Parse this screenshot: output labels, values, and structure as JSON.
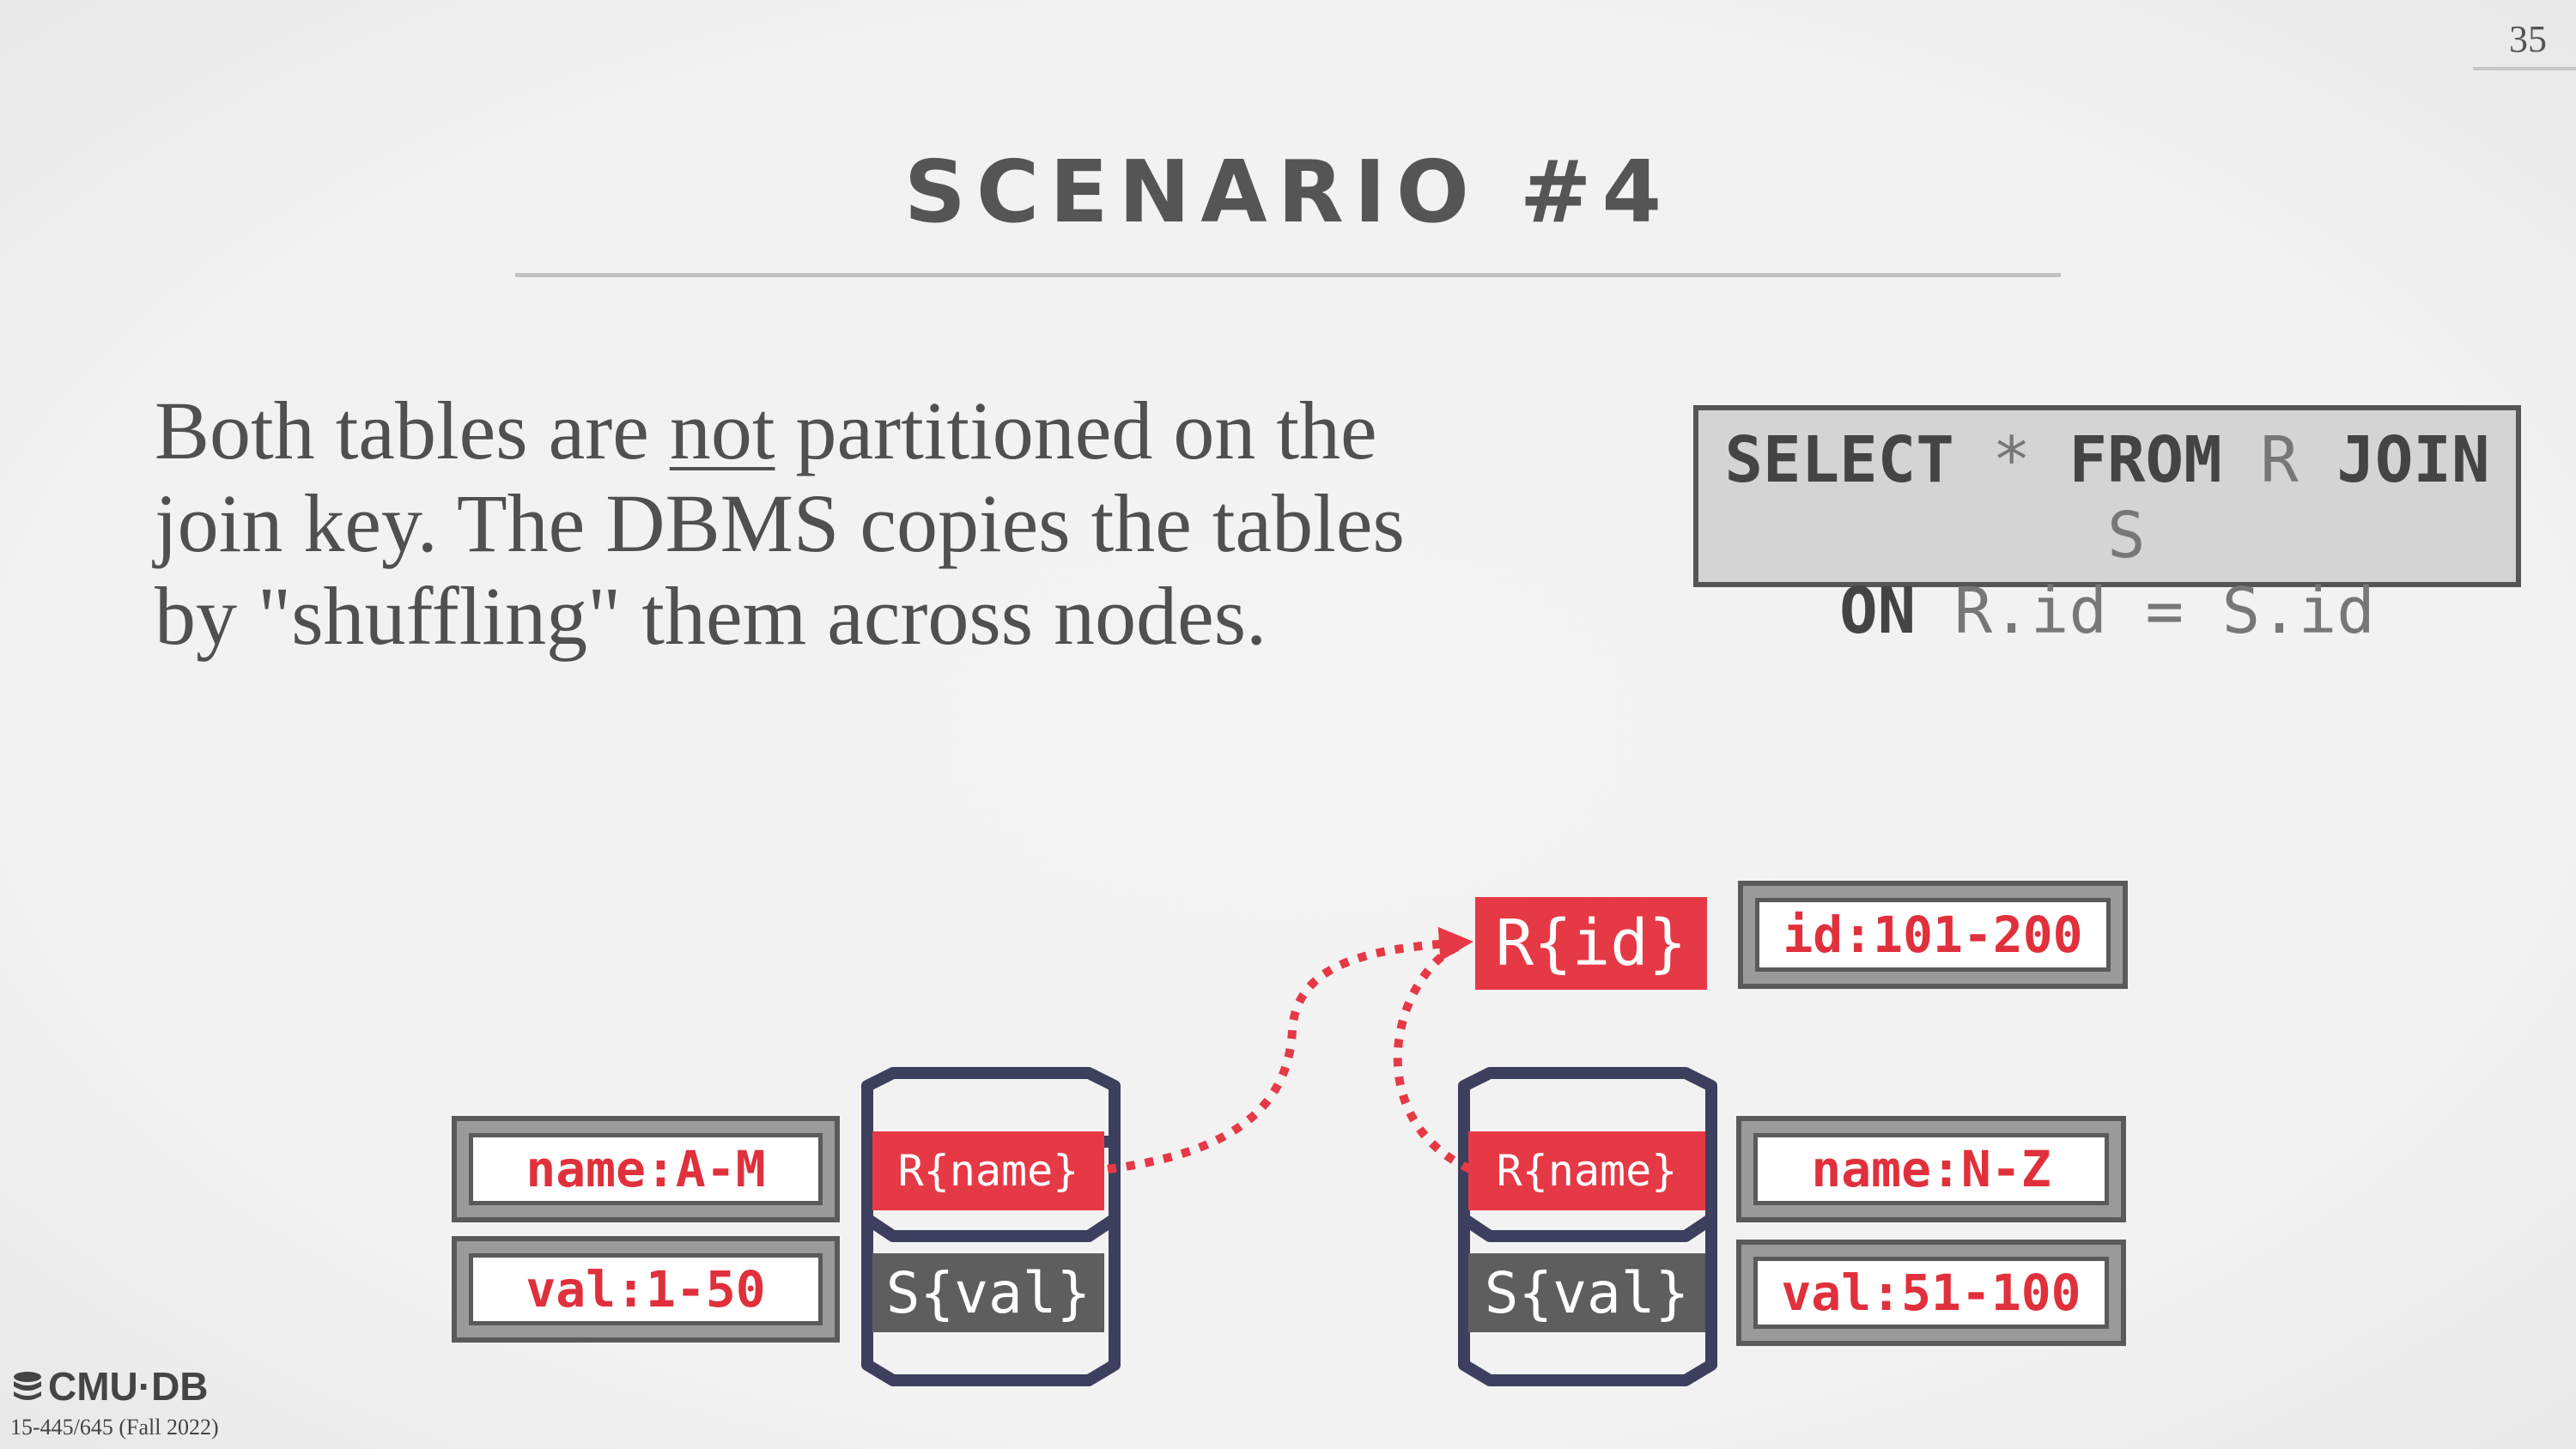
{
  "page_number": "35",
  "title": "SCENARIO #4",
  "body": {
    "part1": "Both tables are ",
    "underlined": "not",
    "part2": " partitioned on the join key. The DBMS copies the tables by \"shuffling\" them across nodes."
  },
  "sql": {
    "kw_select": "SELECT",
    "star": " * ",
    "kw_from": "FROM",
    "r": " R ",
    "kw_join": "JOIN",
    "s": " S",
    "kw_on": "ON",
    "cond": " R.id = S.id"
  },
  "nodes": [
    {
      "r_label": "R{name}",
      "s_label": "S{val}",
      "r_range": "name:A-M",
      "s_range": "val:1-50"
    },
    {
      "r_label": "R{name}",
      "s_label": "S{val}",
      "r_range": "name:N-Z",
      "s_range": "val:51-100"
    }
  ],
  "shuffle": {
    "target_label": "R{id}",
    "target_range": "id:101-200"
  },
  "footer": {
    "logo": "CMU·DB",
    "course": "15-445/645 (Fall 2022)"
  },
  "colors": {
    "accent_red": "#e63946",
    "node_navy": "#3d3f5e",
    "text_grey": "#555555"
  }
}
